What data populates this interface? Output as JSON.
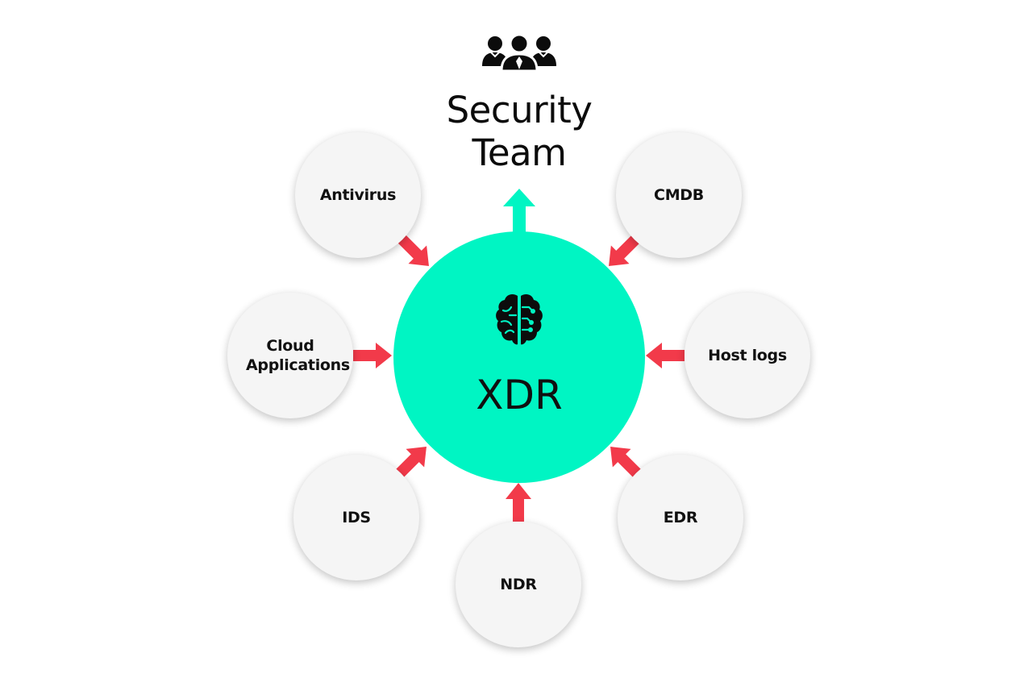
{
  "security_team": {
    "icon": "people-group-icon",
    "title_line1": "Security",
    "title_line2": "Team"
  },
  "hub": {
    "icon": "brain-circuit-icon",
    "label": "XDR",
    "color": "#00f5c3"
  },
  "sources": [
    {
      "key": "antivirus",
      "label": "Antivirus"
    },
    {
      "key": "cmdb",
      "label": "CMDB"
    },
    {
      "key": "cloud-applications",
      "label": "Cloud Applications"
    },
    {
      "key": "host-logs",
      "label": "Host logs"
    },
    {
      "key": "ids",
      "label": "IDS"
    },
    {
      "key": "edr",
      "label": "EDR"
    },
    {
      "key": "ndr",
      "label": "NDR"
    }
  ],
  "colors": {
    "input_arrow": "#f23a4a",
    "output_arrow": "#00f5c3",
    "node_fill": "#f5f5f5",
    "text": "#111111"
  }
}
